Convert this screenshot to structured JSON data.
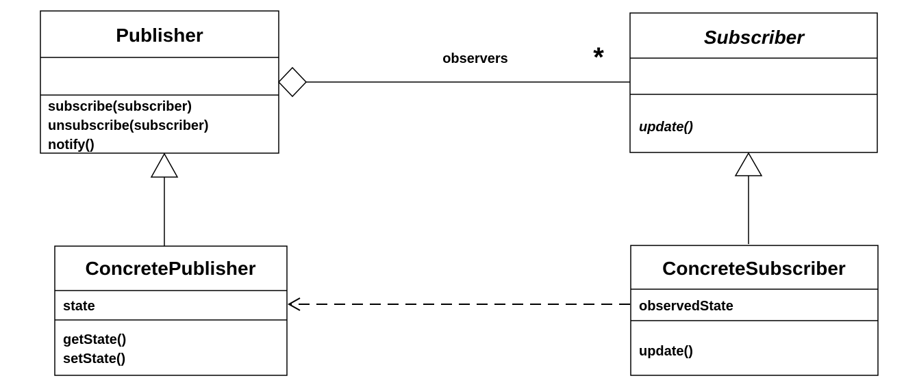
{
  "classes": {
    "publisher": {
      "name": "Publisher",
      "operations": [
        "subscribe(subscriber)",
        "unsubscribe(subscriber)",
        "notify()"
      ]
    },
    "subscriber": {
      "name": "Subscriber",
      "operations": [
        "update()"
      ]
    },
    "concrete_publisher": {
      "name": "ConcretePublisher",
      "attributes": [
        "state"
      ],
      "operations": [
        "getState()",
        "setState()"
      ]
    },
    "concrete_subscriber": {
      "name": "ConcreteSubscriber",
      "attributes": [
        "observedState"
      ],
      "operations": [
        "update()"
      ]
    }
  },
  "relations": {
    "aggregation": {
      "role": "observers",
      "multiplicity": "*"
    }
  }
}
